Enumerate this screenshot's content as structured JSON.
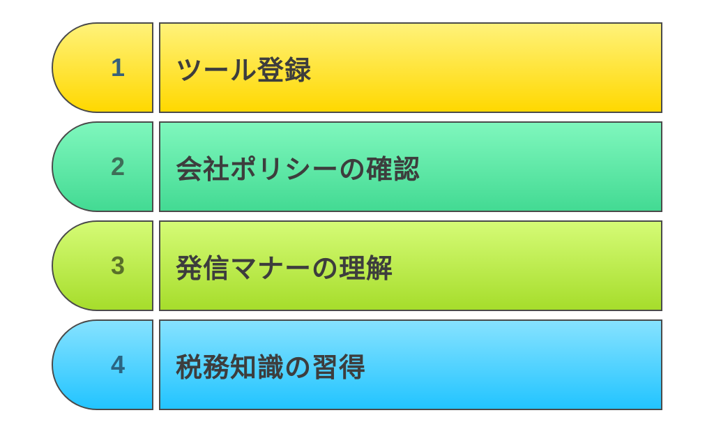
{
  "steps": [
    {
      "number": "1",
      "label": "ツール登録",
      "color": "#FFE033",
      "number_color": "#37617a"
    },
    {
      "number": "2",
      "label": "会社ポリシーの確認",
      "color": "#5BE8A6",
      "number_color": "#3e6e58"
    },
    {
      "number": "3",
      "label": "発信マナーの理解",
      "color": "#BFEE52",
      "number_color": "#59702a"
    },
    {
      "number": "4",
      "label": "税務知識の習得",
      "color": "#49D2FF",
      "number_color": "#2b6582"
    }
  ]
}
